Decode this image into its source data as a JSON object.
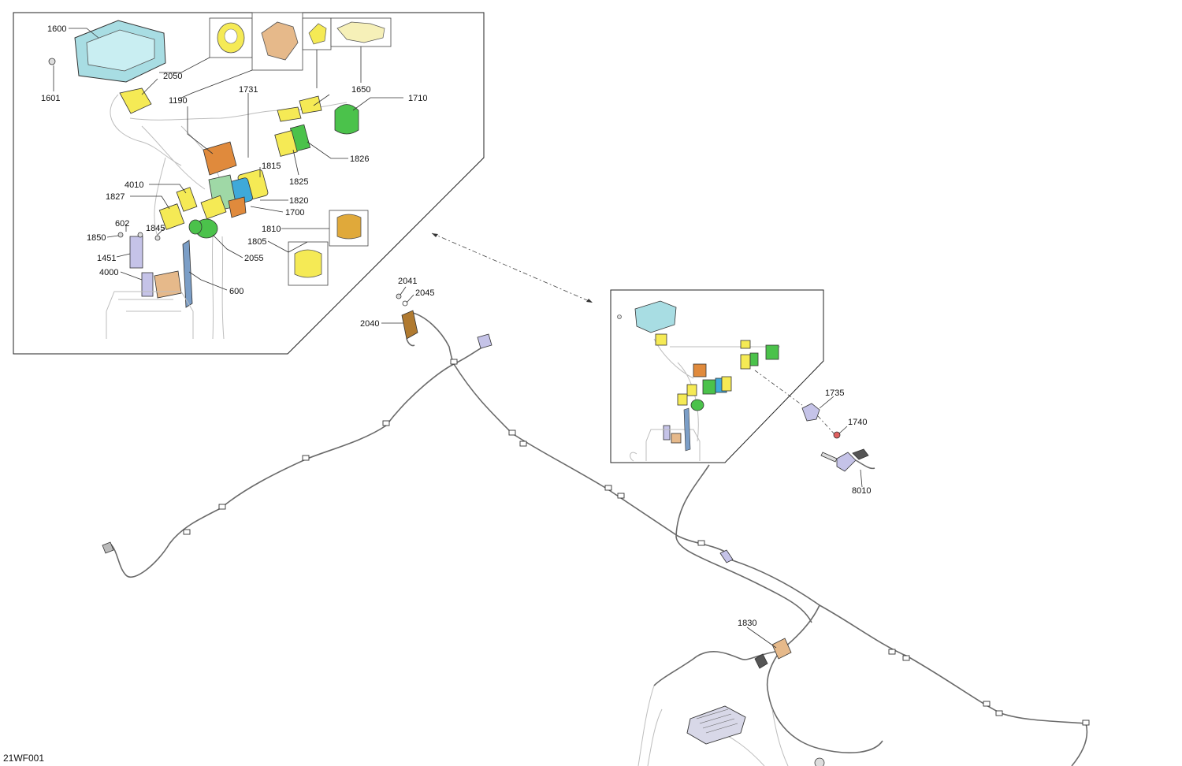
{
  "diagram_code": "21WF001",
  "colors": {
    "display": "#a8dde3",
    "yellow_connector": "#f5ea55",
    "green_connector": "#4bc24b",
    "orange_connector": "#e08a3c",
    "blue_connector": "#3fa9d9",
    "tan_part": "#e6b98a",
    "lavender_part": "#c5c3e8",
    "steel_blue_part": "#7b9ec7",
    "red_part": "#e06060"
  },
  "callouts": {
    "c1600": "1600",
    "c1601": "1601",
    "c2050": "2050",
    "c1190": "1190",
    "c1731": "1731",
    "c1650": "1650",
    "c1710": "1710",
    "c1826": "1826",
    "c1825": "1825",
    "c1815": "1815",
    "c4010": "4010",
    "c1827": "1827",
    "c1820": "1820",
    "c1700": "1700",
    "c1810": "1810",
    "c602": "602",
    "c1845": "1845",
    "c1850": "1850",
    "c1805": "1805",
    "c2055": "2055",
    "c1451": "1451",
    "c4000": "4000",
    "c600": "600",
    "c2041": "2041",
    "c2045": "2045",
    "c2040": "2040",
    "c1735": "1735",
    "c1740": "1740",
    "c8010": "8010",
    "c1830": "1830"
  }
}
